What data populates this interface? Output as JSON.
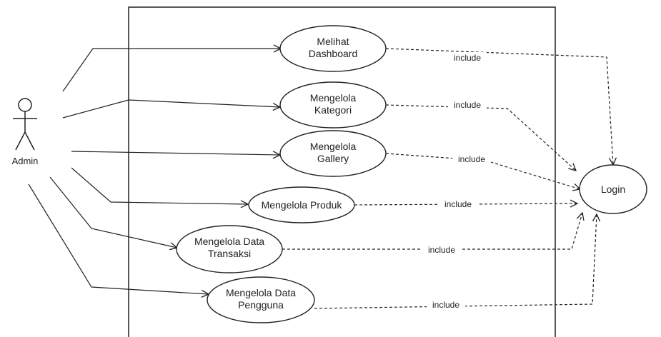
{
  "actor": {
    "label": "Admin"
  },
  "use_cases": [
    {
      "lines": [
        "Melihat",
        "Dashboard"
      ]
    },
    {
      "lines": [
        "Mengelola",
        "Kategori"
      ]
    },
    {
      "lines": [
        "Mengelola",
        "Gallery"
      ]
    },
    {
      "lines": [
        "Mengelola Produk"
      ]
    },
    {
      "lines": [
        "Mengelola Data",
        "Transaksi"
      ]
    },
    {
      "lines": [
        "Mengelola Data",
        "Pengguna"
      ]
    }
  ],
  "login": {
    "label": "Login"
  },
  "relation_label": "include",
  "colors": {
    "stroke": "#222222",
    "background": "#ffffff"
  }
}
